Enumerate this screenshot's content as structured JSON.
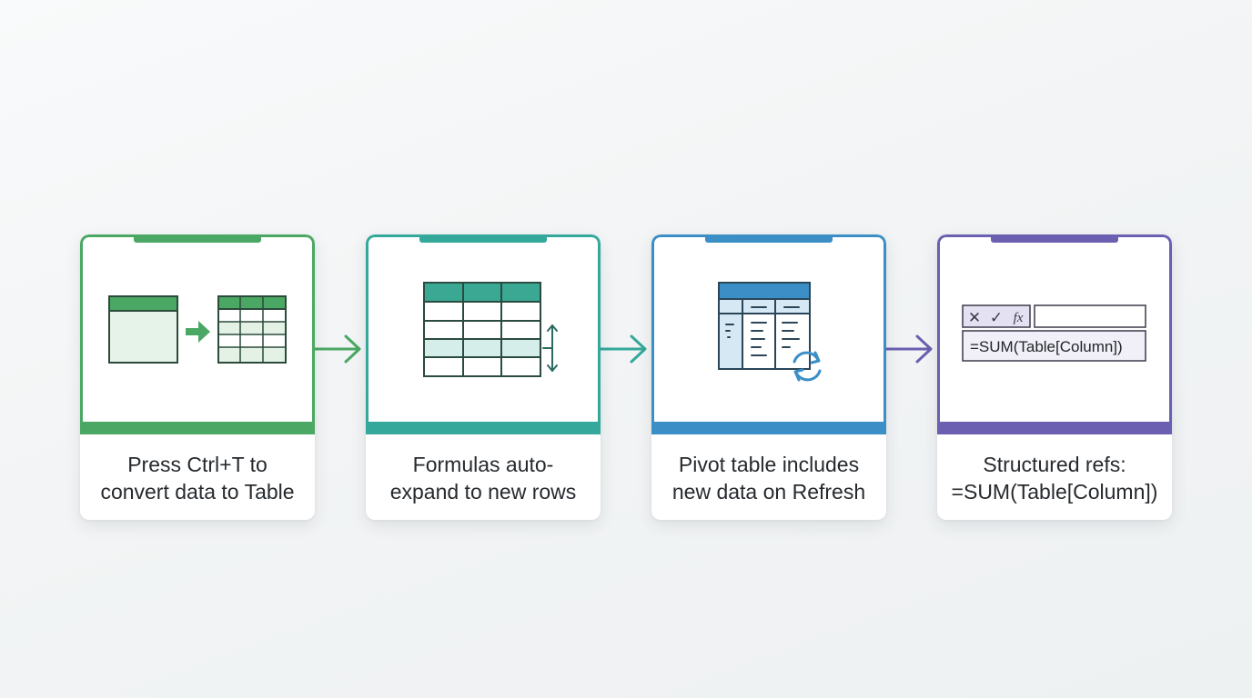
{
  "steps": [
    {
      "id": "convert",
      "accent": "#4aa864",
      "caption_lines": [
        "Press Ctrl+T to",
        "convert data to Table"
      ]
    },
    {
      "id": "formulas",
      "accent": "#34a89a",
      "caption_lines": [
        "Formulas auto-",
        "expand to new rows"
      ]
    },
    {
      "id": "pivot",
      "accent": "#3b8fc6",
      "caption_lines": [
        "Pivot table includes",
        "new data on Refresh"
      ]
    },
    {
      "id": "structured",
      "accent": "#6a5fb0",
      "caption_lines": [
        "Structured refs:",
        "=SUM(Table[Column])"
      ]
    }
  ],
  "formula_bar": {
    "cancel_glyph": "✕",
    "enter_glyph": "✓",
    "fx_label": "fx",
    "formula": "=SUM(Table[Column])"
  }
}
